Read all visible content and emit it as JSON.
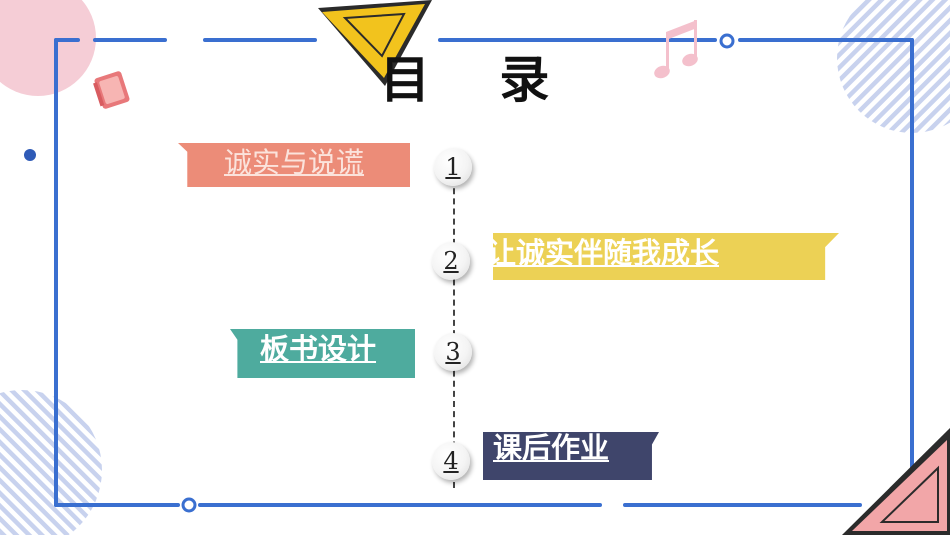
{
  "title": "目 录",
  "items": [
    {
      "label": "诚实与说谎",
      "number": "1"
    },
    {
      "label": "让诚实伴随我成长",
      "number": "2"
    },
    {
      "label": "板书设计",
      "number": "3"
    },
    {
      "label": "课后作业",
      "number": "4"
    }
  ],
  "colors": {
    "frame": "#3a6fd0",
    "pink": "#f4c8d2",
    "stripe": "#c8d2ee",
    "yellow": "#f2c31d",
    "item1": "#ec8c78",
    "item2": "#ecd155",
    "item3": "#4eab9e",
    "item4": "#3f456b"
  },
  "icons": [
    "music-note-icon",
    "notebook-icon"
  ]
}
